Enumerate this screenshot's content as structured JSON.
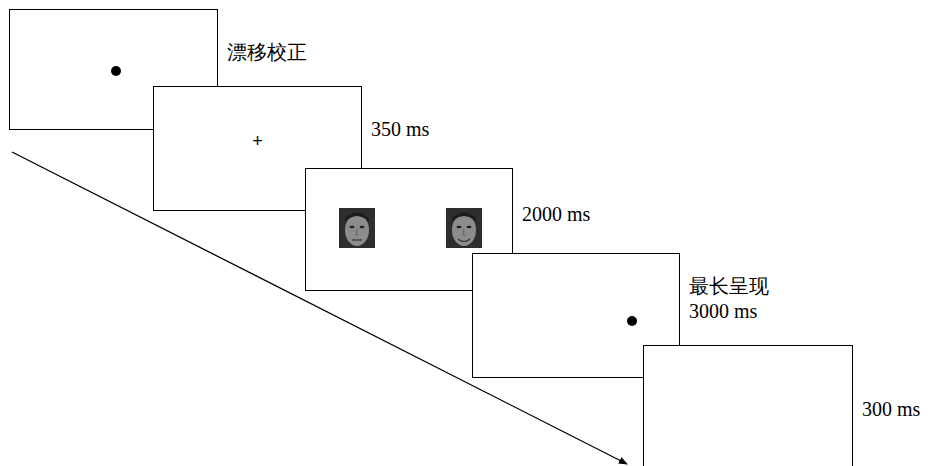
{
  "diagram": {
    "nodes": [
      {
        "text": [
          "漂移校正"
        ]
      },
      {
        "text": [
          "+",
          "350 ms"
        ]
      },
      {
        "text": [
          "2000 ms"
        ]
      },
      {
        "text": [
          "最长呈现 3000 ms"
        ]
      },
      {
        "text": [
          "300 ms"
        ]
      }
    ]
  }
}
